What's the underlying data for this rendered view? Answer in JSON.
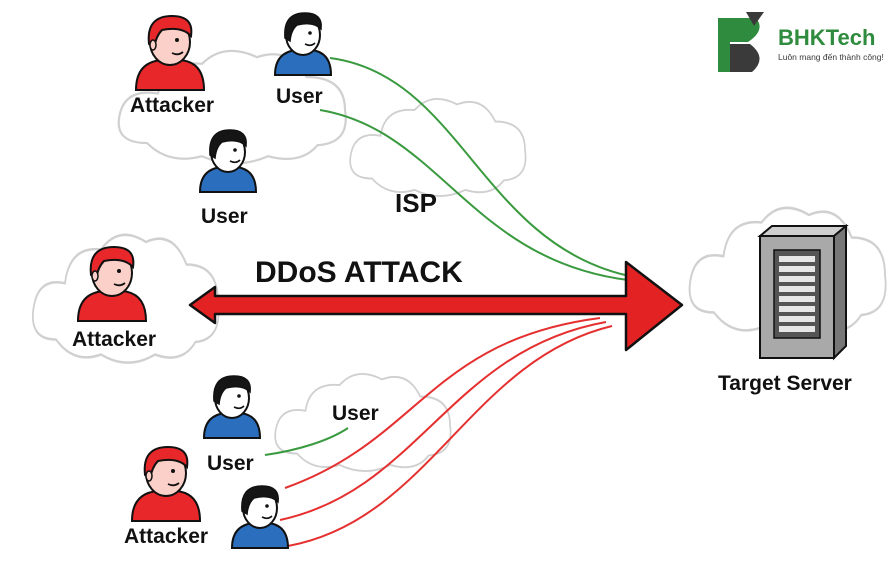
{
  "colors": {
    "attacker": "#e8272a",
    "user_shirt": "#2a6ebd",
    "user_hair": "#151515",
    "green_link": "#3a9a3f",
    "red_link": "#e53030",
    "arrow": "#e32323",
    "logo_green": "#2f8b3e",
    "logo_dark": "#3a3a3a"
  },
  "logo": {
    "title": "BHKTech",
    "tagline": "Luôn mang đến thành công!"
  },
  "labels": {
    "attacker_1": "Attacker",
    "user_1": "User",
    "user_2": "User",
    "isp": "ISP",
    "ddos": "DDoS ATTACK",
    "attacker_2": "Attacker",
    "target": "Target Server",
    "user_3": "User",
    "user_4": "User",
    "attacker_3": "Attacker"
  },
  "icons": [
    "cloud-icon",
    "attacker-person-icon",
    "user-person-icon",
    "server-tower-icon",
    "double-headed-arrow-icon"
  ]
}
